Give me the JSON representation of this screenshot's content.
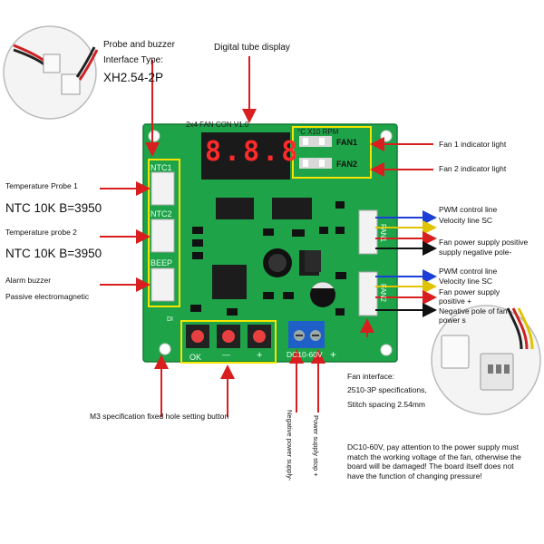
{
  "colors": {
    "pcb": "#1fa349",
    "pcb_dark": "#178a3c",
    "arrow_red": "#d81e1e",
    "arrow_blue": "#1b3fd6",
    "arrow_yellow": "#f2d600",
    "highlight": "#f5e400",
    "display_red": "#ff2a2a"
  },
  "labels": {
    "probe_interface_title": "Probe and buzzer",
    "probe_interface_type": "Interface Type:",
    "probe_interface_model": "XH2.54-2P",
    "digital_tube": "Digital tube display",
    "fan1_indicator": "Fan 1 indicator light",
    "fan2_indicator": "Fan 2 indicator light",
    "temp_probe1": "Temperature Probe 1",
    "ntc1": "NTC  10K B=3950",
    "temp_probe2": "Temperature probe 2",
    "ntc2": "NTC  10K B=3950",
    "alarm_buzzer": "Alarm buzzer",
    "passive": "Passive electromagnetic",
    "pwm1": "PWM control line",
    "vel1": "Velocity line SC",
    "pos1": "Fan power supply positive",
    "neg1": "supply negative pole-",
    "pwm2": "PWM control line",
    "vel2": "Velocity line SC",
    "pos2a": "Fan power supply",
    "pos2b": "positive +",
    "neg2a": "Negative pole of fan",
    "neg2b": "power s",
    "fan_interface": "Fan interface:",
    "fan_spec": "2510-3P specifications,",
    "fan_pitch": "Stitch spacing 2.54mm",
    "m3": "M3 specification fixed hole setting button",
    "neg_power": "Negative power supply-",
    "pos_power": "Power supply stop +",
    "dc_note": "DC10-60V, pay attention to the power supply must match the working voltage of the fan, otherwise the board will be damaged! The board itself does not have the function of changing pressure!"
  },
  "pcb": {
    "title": "2x4 FAN CON V1.0",
    "units": "°C  X10  RPM",
    "display": "8.8.8",
    "fan1": "FAN1",
    "fan2": "FAN2",
    "ntc1": "NTC1",
    "ntc2": "NTC2",
    "beep": "BEEP",
    "ok": "OK",
    "minus": "—",
    "plus": "+",
    "dc": "DC10-60V",
    "dc_plus": "+",
    "fan_conn1": "FAN1",
    "fan_conn2": "FAN2",
    "di": "DI"
  }
}
